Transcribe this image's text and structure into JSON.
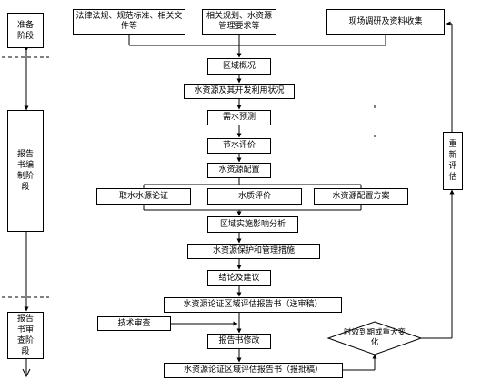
{
  "stages": {
    "prep": "准备阶段",
    "compile": "报告书编制阶段",
    "review": "报告书审查阶段"
  },
  "inputs": {
    "laws": "法律法规、规范标准、相关文件等",
    "plans": "相关规划、水资源管理要求等",
    "survey": "现场调研及资料收集"
  },
  "flow": {
    "region": "区域概况",
    "water_dev": "水资源及其开发利用状况",
    "demand": "需水预测",
    "saving": "节水评价",
    "allocation": "水资源配置",
    "source": "取水水源论证",
    "quality": "水质评价",
    "scheme": "水资源配置方案",
    "impact": "区域实施影响分析",
    "protection": "水资源保护和管理措施",
    "conclusion": "结论及建议",
    "report_review": "水资源论证区域评估报告书（送审稿）",
    "tech_review": "技术审查",
    "revise": "报告书修改",
    "report_final": "水资源论证区域评估报告书（报批稿）",
    "diamond": "时效到期或重大变化",
    "reeval": "重新评估"
  }
}
